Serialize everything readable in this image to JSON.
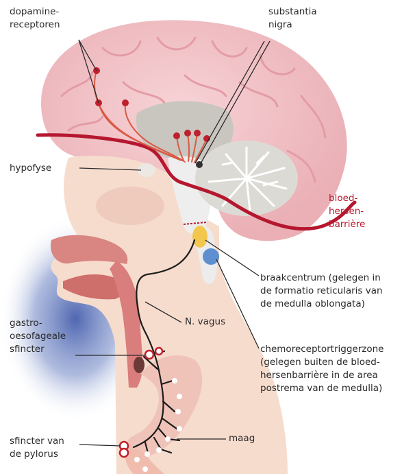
{
  "labels": {
    "dopamine_receptors": [
      "dopamine-",
      "receptoren"
    ],
    "substantia_nigra": [
      "substantia",
      "nigra"
    ],
    "hypofyse": "hypofyse",
    "blood_brain_barrier": [
      "bloed-",
      "hersen-",
      "barrière"
    ],
    "vomiting_center": [
      "braakcentrum (gelegen in",
      "de formatio reticularis van",
      "de medulla oblongata)"
    ],
    "n_vagus": "N. vagus",
    "ctz": [
      "chemoreceptortriggerzone",
      "(gelegen buiten de bloed-",
      "hersenbarrière in de area",
      "postrema van de medulla)"
    ],
    "gastro_sphincter": [
      "gastro-",
      "oesofageale",
      "sfincter"
    ],
    "pylorus_sphincter": [
      "sfincter van",
      "de pylorus"
    ],
    "stomach": "maag"
  },
  "colors": {
    "brain": "#f2c2c6",
    "brain_fold": "#e3a4ac",
    "skin": "#f6dccd",
    "barrier": "#b5172f",
    "receptor": "#c01f2c",
    "nerve": "#1c1c1c",
    "vomiting_center": "#f3c64e",
    "ctz": "#5d8fd1",
    "stomach": "#f0c3b9",
    "esophagus": "#d97e7c"
  }
}
